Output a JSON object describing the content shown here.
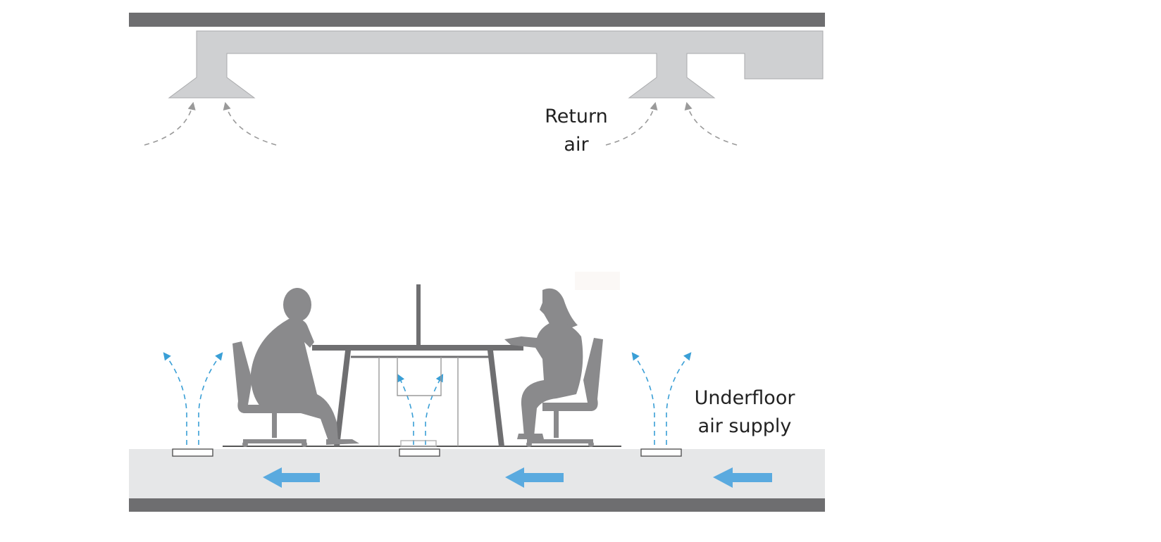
{
  "labels": {
    "return_air": [
      "Return",
      "air"
    ],
    "underfloor_supply": [
      "Underfloor",
      "air supply"
    ]
  },
  "colors": {
    "slab": "#6e6e70",
    "duct": "#cfd0d2",
    "duct_edge": "#a9aaac",
    "plenum": "#e6e7e8",
    "supply_arrow": "#5aaadf",
    "return_arrow": "#9a9a9a",
    "silhouette": "#8a8a8c",
    "furniture": "#6f6f71"
  }
}
